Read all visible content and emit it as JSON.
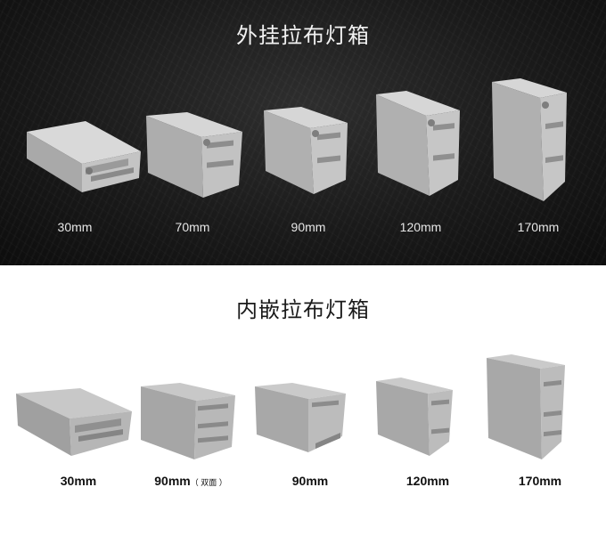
{
  "sections": {
    "outdoor": {
      "title": "外挂拉布灯箱",
      "products": [
        {
          "label": "30mm"
        },
        {
          "label": "70mm"
        },
        {
          "label": "90mm"
        },
        {
          "label": "120mm"
        },
        {
          "label": "170mm"
        }
      ]
    },
    "recessed": {
      "title": "内嵌拉布灯箱",
      "products": [
        {
          "label": "30mm"
        },
        {
          "label": "90mm",
          "note": "（ 双面 ）"
        },
        {
          "label": "90mm"
        },
        {
          "label": "120mm"
        },
        {
          "label": "170mm"
        }
      ]
    }
  },
  "colors": {
    "dark_bg": "#1a1a1a",
    "profile_light": "#d4d4d4",
    "profile_mid": "#b8b8b8",
    "profile_dark": "#8e8e8e"
  }
}
